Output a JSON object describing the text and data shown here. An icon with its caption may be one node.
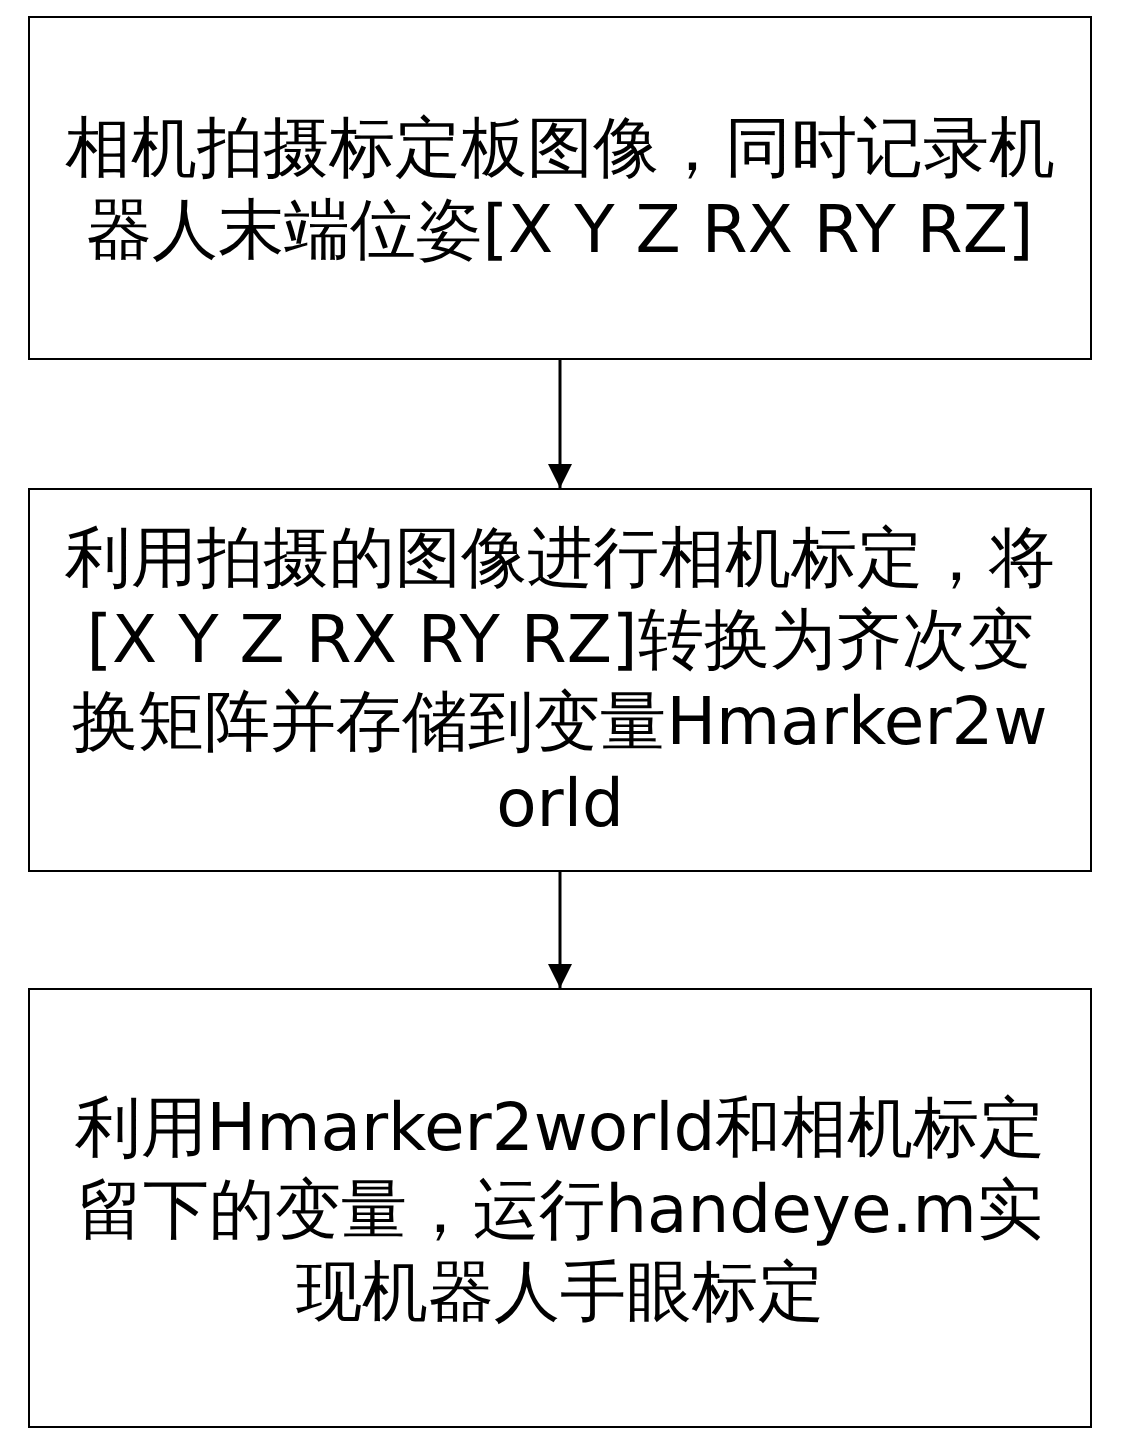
{
  "diagram": {
    "nodes": [
      {
        "text": [
          "相机拍摄标定板图像，同时记录机器人末端位姿[X Y Z RX RY RZ]"
        ]
      },
      {
        "text": [
          "利用拍摄的图像进行相机标定，将[X Y Z RX RY RZ]转换为齐次变换矩阵并存储到变量Hmarker2world"
        ]
      },
      {
        "text": [
          "利用Hmarker2world和相机标定留下的变量，运行handeye.m实现机器人手眼标定"
        ]
      }
    ],
    "edges": [
      {
        "from": 0,
        "to": 1,
        "arrow": "to"
      },
      {
        "from": 1,
        "to": 2,
        "arrow": "to"
      }
    ]
  }
}
